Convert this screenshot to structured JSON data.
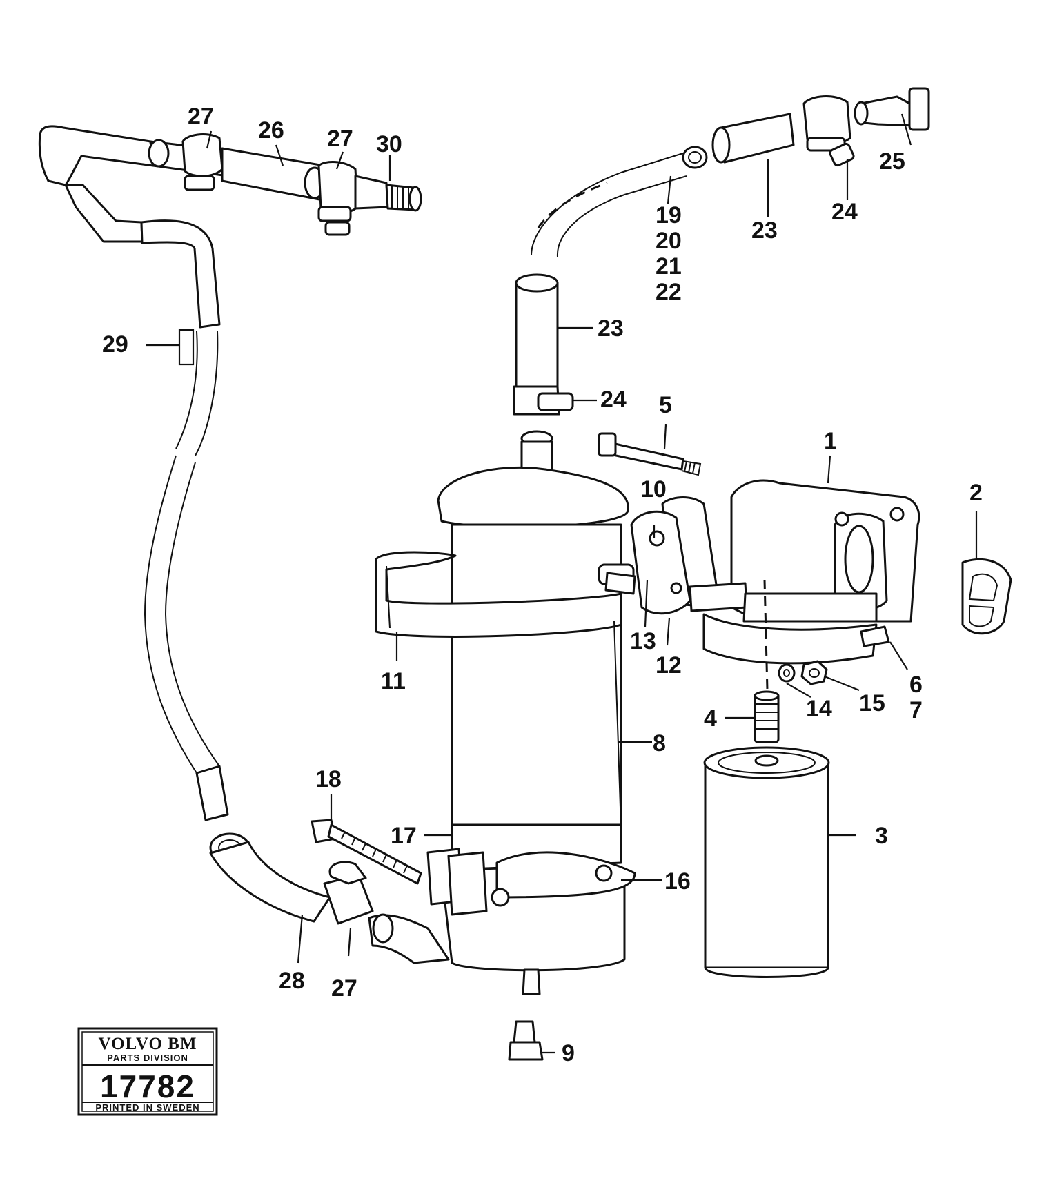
{
  "callouts": [
    {
      "id": "c27a",
      "text": "27"
    },
    {
      "id": "c26",
      "text": "26"
    },
    {
      "id": "c27b",
      "text": "27"
    },
    {
      "id": "c30",
      "text": "30"
    },
    {
      "id": "c25",
      "text": "25"
    },
    {
      "id": "c24a",
      "text": "24"
    },
    {
      "id": "c23a",
      "text": "23"
    },
    {
      "id": "c19",
      "text": "19"
    },
    {
      "id": "c20",
      "text": "20"
    },
    {
      "id": "c21",
      "text": "21"
    },
    {
      "id": "c22",
      "text": "22"
    },
    {
      "id": "c29",
      "text": "29"
    },
    {
      "id": "c23b",
      "text": "23"
    },
    {
      "id": "c24b",
      "text": "24"
    },
    {
      "id": "c5",
      "text": "5"
    },
    {
      "id": "c1",
      "text": "1"
    },
    {
      "id": "c2",
      "text": "2"
    },
    {
      "id": "c10",
      "text": "10"
    },
    {
      "id": "c13",
      "text": "13"
    },
    {
      "id": "c12",
      "text": "12"
    },
    {
      "id": "c11",
      "text": "11"
    },
    {
      "id": "c6",
      "text": "6"
    },
    {
      "id": "c7",
      "text": "7"
    },
    {
      "id": "c15",
      "text": "15"
    },
    {
      "id": "c14",
      "text": "14"
    },
    {
      "id": "c4",
      "text": "4"
    },
    {
      "id": "c8",
      "text": "8"
    },
    {
      "id": "c18",
      "text": "18"
    },
    {
      "id": "c17",
      "text": "17"
    },
    {
      "id": "c3",
      "text": "3"
    },
    {
      "id": "c16",
      "text": "16"
    },
    {
      "id": "c28",
      "text": "28"
    },
    {
      "id": "c27c",
      "text": "27"
    },
    {
      "id": "c9",
      "text": "9"
    }
  ],
  "stamp": {
    "brand": "VOLVO BM",
    "division": "PARTS DIVISION",
    "number": "17782",
    "printed": "PRINTED IN SWEDEN"
  }
}
